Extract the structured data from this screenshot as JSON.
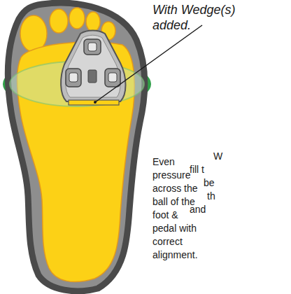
{
  "diagram": {
    "labels": [
      "With Wedge(s) added.",
      "Even pressure across the ball of the foot & pedal with correct alignment.",
      "W",
      "fill t",
      "be",
      "th",
      "and"
    ]
  }
}
